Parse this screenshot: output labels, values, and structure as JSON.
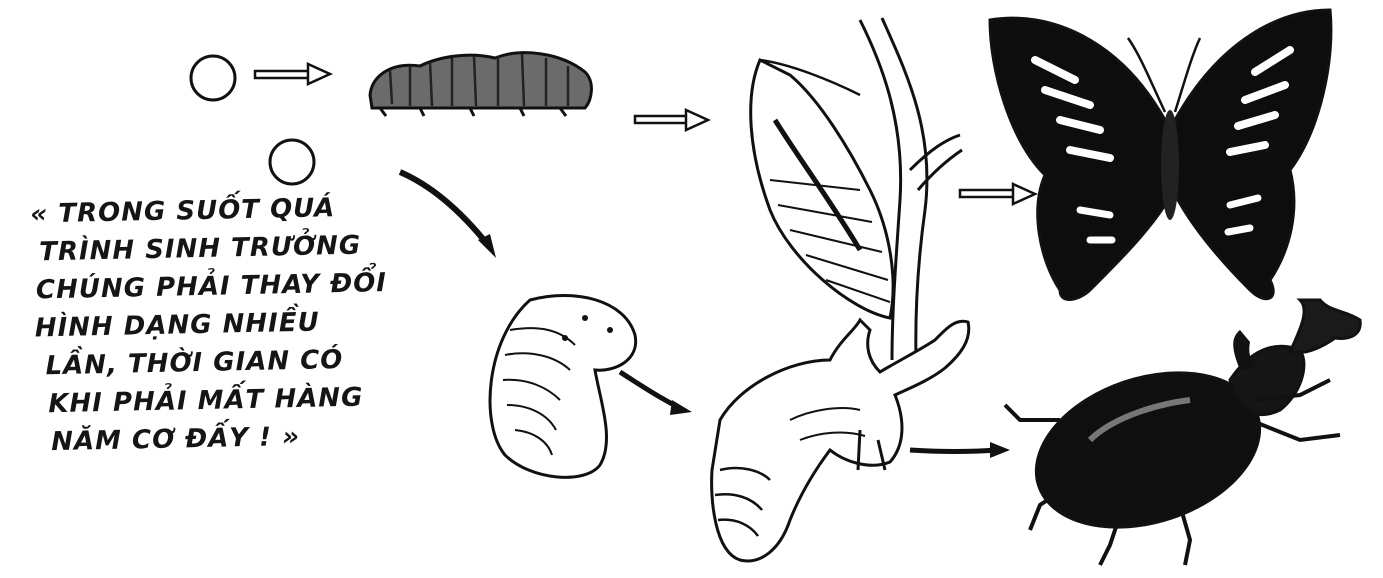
{
  "caption": {
    "lines": [
      "« TRONG SUỐT QUÁ",
      "TRÌNH SINH TRƯỞNG",
      "CHÚNG PHẢI THAY ĐỔI",
      "HÌNH DẠNG NHIỀU",
      "LẦN, THỜI GIAN CÓ",
      "KHI PHẢI MẤT HÀNG",
      "NĂM CƠ ĐẤY ! »"
    ]
  },
  "icons": [
    "egg-icon",
    "caterpillar-icon",
    "chrysalis-icon",
    "butterfly-icon",
    "grub-icon",
    "beetle-pupa-icon",
    "rhinoceros-beetle-icon",
    "arrow-icon"
  ],
  "colors": {
    "ink": "#111111",
    "paper": "#ffffff",
    "shade": "#555555"
  }
}
